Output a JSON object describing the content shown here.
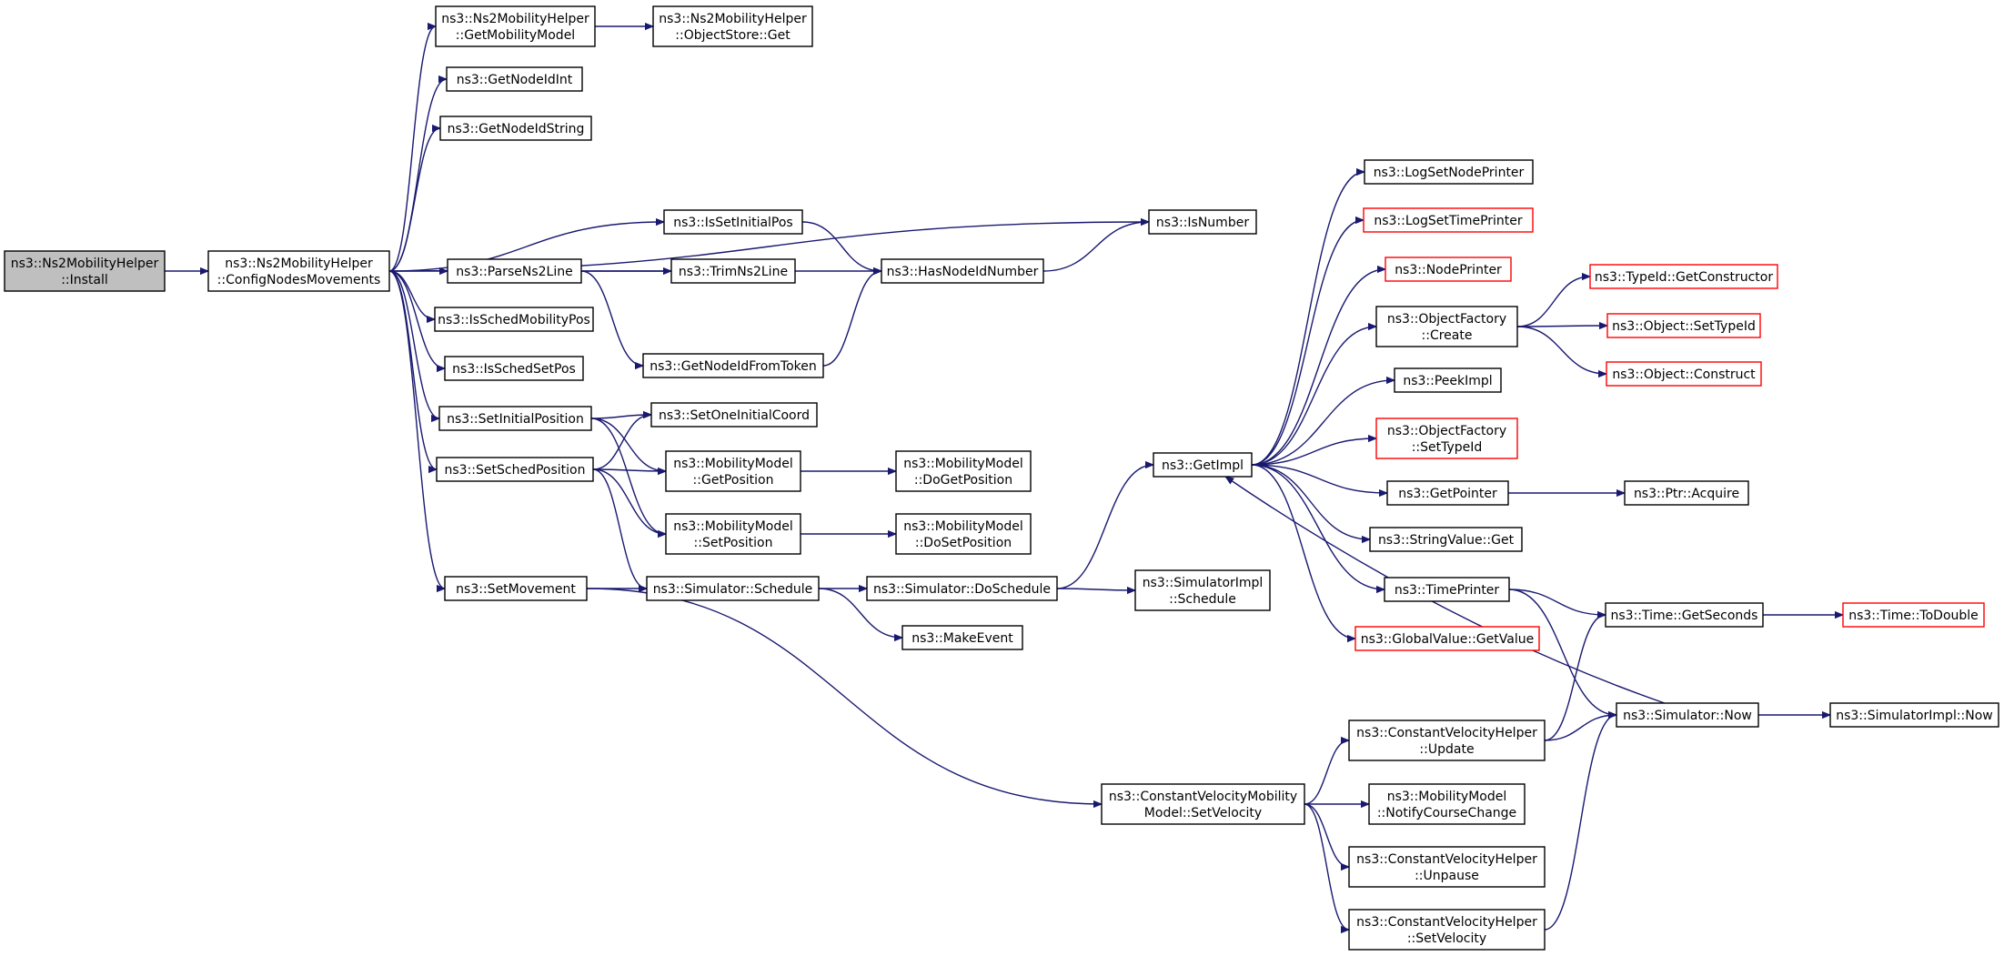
{
  "colors": {
    "edge": "#191970",
    "border": "#000000",
    "border_red": "#ff0000",
    "root_fill": "#bfbfbf"
  },
  "nodes": [
    {
      "id": "install",
      "lines": [
        "ns3::Ns2MobilityHelper",
        "::Install"
      ],
      "style": "root"
    },
    {
      "id": "config",
      "lines": [
        "ns3::Ns2MobilityHelper",
        "::ConfigNodesMovements"
      ]
    },
    {
      "id": "getmob",
      "lines": [
        "ns3::Ns2MobilityHelper",
        "::GetMobilityModel"
      ]
    },
    {
      "id": "objstore",
      "lines": [
        "ns3::Ns2MobilityHelper",
        "::ObjectStore::Get"
      ]
    },
    {
      "id": "getnodeidint",
      "lines": [
        "ns3::GetNodeIdInt"
      ]
    },
    {
      "id": "getnodeidstr",
      "lines": [
        "ns3::GetNodeIdString"
      ]
    },
    {
      "id": "isnumber",
      "lines": [
        "ns3::IsNumber"
      ]
    },
    {
      "id": "issetinitialpos",
      "lines": [
        "ns3::IsSetInitialPos"
      ]
    },
    {
      "id": "parsens2line",
      "lines": [
        "ns3::ParseNs2Line"
      ]
    },
    {
      "id": "trimns2line",
      "lines": [
        "ns3::TrimNs2Line"
      ]
    },
    {
      "id": "hasnodeidnumber",
      "lines": [
        "ns3::HasNodeIdNumber"
      ]
    },
    {
      "id": "isschedmobpos",
      "lines": [
        "ns3::IsSchedMobilityPos"
      ]
    },
    {
      "id": "isschedsetpos",
      "lines": [
        "ns3::IsSchedSetPos"
      ]
    },
    {
      "id": "getnodeidfromtoken",
      "lines": [
        "ns3::GetNodeIdFromToken"
      ]
    },
    {
      "id": "setinitialposition",
      "lines": [
        "ns3::SetInitialPosition"
      ]
    },
    {
      "id": "setoneinitialcoord",
      "lines": [
        "ns3::SetOneInitialCoord"
      ]
    },
    {
      "id": "setschedposition",
      "lines": [
        "ns3::SetSchedPosition"
      ]
    },
    {
      "id": "mm_getposition",
      "lines": [
        "ns3::MobilityModel",
        "::GetPosition"
      ]
    },
    {
      "id": "mm_dogetposition",
      "lines": [
        "ns3::MobilityModel",
        "::DoGetPosition"
      ]
    },
    {
      "id": "mm_setposition",
      "lines": [
        "ns3::MobilityModel",
        "::SetPosition"
      ]
    },
    {
      "id": "mm_dosetposition",
      "lines": [
        "ns3::MobilityModel",
        "::DoSetPosition"
      ]
    },
    {
      "id": "setmovement",
      "lines": [
        "ns3::SetMovement"
      ]
    },
    {
      "id": "sim_schedule",
      "lines": [
        "ns3::Simulator::Schedule"
      ]
    },
    {
      "id": "sim_doschedule",
      "lines": [
        "ns3::Simulator::DoSchedule"
      ]
    },
    {
      "id": "simimpl_schedule",
      "lines": [
        "ns3::SimulatorImpl",
        "::Schedule"
      ]
    },
    {
      "id": "makeevent",
      "lines": [
        "ns3::MakeEvent"
      ]
    },
    {
      "id": "getimpl",
      "lines": [
        "ns3::GetImpl"
      ]
    },
    {
      "id": "logsetnodeprinter",
      "lines": [
        "ns3::LogSetNodePrinter"
      ]
    },
    {
      "id": "logsettimeprinter",
      "lines": [
        "ns3::LogSetTimePrinter"
      ],
      "style": "red"
    },
    {
      "id": "nodeprinter",
      "lines": [
        "ns3::NodePrinter"
      ],
      "style": "red"
    },
    {
      "id": "objfactory_create",
      "lines": [
        "ns3::ObjectFactory",
        "::Create"
      ]
    },
    {
      "id": "typeid_getconstructor",
      "lines": [
        "ns3::TypeId::GetConstructor"
      ],
      "style": "red"
    },
    {
      "id": "object_settypeid",
      "lines": [
        "ns3::Object::SetTypeId"
      ],
      "style": "red"
    },
    {
      "id": "object_construct",
      "lines": [
        "ns3::Object::Construct"
      ],
      "style": "red"
    },
    {
      "id": "peekimpl",
      "lines": [
        "ns3::PeekImpl"
      ]
    },
    {
      "id": "objfactory_settypeid",
      "lines": [
        "ns3::ObjectFactory",
        "::SetTypeId"
      ],
      "style": "red"
    },
    {
      "id": "getpointer",
      "lines": [
        "ns3::GetPointer"
      ]
    },
    {
      "id": "ptr_acquire",
      "lines": [
        "ns3::Ptr::Acquire"
      ]
    },
    {
      "id": "stringvalue_get",
      "lines": [
        "ns3::StringValue::Get"
      ]
    },
    {
      "id": "timeprinter",
      "lines": [
        "ns3::TimePrinter"
      ]
    },
    {
      "id": "time_getseconds",
      "lines": [
        "ns3::Time::GetSeconds"
      ]
    },
    {
      "id": "time_todouble",
      "lines": [
        "ns3::Time::ToDouble"
      ],
      "style": "red"
    },
    {
      "id": "globalvalue_getvalue",
      "lines": [
        "ns3::GlobalValue::GetValue"
      ],
      "style": "red"
    },
    {
      "id": "sim_now",
      "lines": [
        "ns3::Simulator::Now"
      ]
    },
    {
      "id": "simimpl_now",
      "lines": [
        "ns3::SimulatorImpl::Now"
      ]
    },
    {
      "id": "cvh_update",
      "lines": [
        "ns3::ConstantVelocityHelper",
        "::Update"
      ]
    },
    {
      "id": "cvmm_setvelocity",
      "lines": [
        "ns3::ConstantVelocityMobility",
        "Model::SetVelocity"
      ]
    },
    {
      "id": "mm_notifycoursechange",
      "lines": [
        "ns3::MobilityModel",
        "::NotifyCourseChange"
      ]
    },
    {
      "id": "cvh_unpause",
      "lines": [
        "ns3::ConstantVelocityHelper",
        "::Unpause"
      ]
    },
    {
      "id": "cvh_setvelocity",
      "lines": [
        "ns3::ConstantVelocityHelper",
        "::SetVelocity"
      ]
    }
  ],
  "edges": [
    [
      "install",
      "config"
    ],
    [
      "config",
      "getmob"
    ],
    [
      "getmob",
      "objstore"
    ],
    [
      "config",
      "getnodeidint"
    ],
    [
      "config",
      "getnodeidstr"
    ],
    [
      "config",
      "isnumber"
    ],
    [
      "config",
      "issetinitialpos"
    ],
    [
      "issetinitialpos",
      "hasnodeidnumber"
    ],
    [
      "config",
      "parsens2line"
    ],
    [
      "parsens2line",
      "trimns2line"
    ],
    [
      "parsens2line",
      "hasnodeidnumber"
    ],
    [
      "parsens2line",
      "getnodeidfromtoken"
    ],
    [
      "hasnodeidnumber",
      "isnumber"
    ],
    [
      "getnodeidfromtoken",
      "hasnodeidnumber"
    ],
    [
      "config",
      "isschedmobpos"
    ],
    [
      "config",
      "isschedsetpos"
    ],
    [
      "config",
      "setinitialposition"
    ],
    [
      "setinitialposition",
      "setoneinitialcoord"
    ],
    [
      "setinitialposition",
      "mm_getposition"
    ],
    [
      "setinitialposition",
      "mm_setposition"
    ],
    [
      "config",
      "setschedposition"
    ],
    [
      "setschedposition",
      "setoneinitialcoord"
    ],
    [
      "setschedposition",
      "mm_getposition"
    ],
    [
      "setschedposition",
      "mm_setposition"
    ],
    [
      "setschedposition",
      "sim_schedule"
    ],
    [
      "mm_getposition",
      "mm_dogetposition"
    ],
    [
      "mm_setposition",
      "mm_dosetposition"
    ],
    [
      "config",
      "setmovement"
    ],
    [
      "setmovement",
      "sim_schedule"
    ],
    [
      "setmovement",
      "cvmm_setvelocity"
    ],
    [
      "sim_schedule",
      "sim_doschedule"
    ],
    [
      "sim_schedule",
      "makeevent"
    ],
    [
      "sim_doschedule",
      "simimpl_schedule"
    ],
    [
      "sim_doschedule",
      "getimpl"
    ],
    [
      "getimpl",
      "logsetnodeprinter"
    ],
    [
      "getimpl",
      "logsettimeprinter"
    ],
    [
      "getimpl",
      "nodeprinter"
    ],
    [
      "getimpl",
      "objfactory_create"
    ],
    [
      "getimpl",
      "peekimpl"
    ],
    [
      "getimpl",
      "objfactory_settypeid"
    ],
    [
      "getimpl",
      "getpointer"
    ],
    [
      "getimpl",
      "stringvalue_get"
    ],
    [
      "getimpl",
      "timeprinter"
    ],
    [
      "getimpl",
      "globalvalue_getvalue"
    ],
    [
      "objfactory_create",
      "typeid_getconstructor"
    ],
    [
      "objfactory_create",
      "object_settypeid"
    ],
    [
      "objfactory_create",
      "object_construct"
    ],
    [
      "getpointer",
      "ptr_acquire"
    ],
    [
      "timeprinter",
      "time_getseconds"
    ],
    [
      "timeprinter",
      "sim_now"
    ],
    [
      "time_getseconds",
      "time_todouble"
    ],
    [
      "sim_now",
      "getimpl"
    ],
    [
      "sim_now",
      "simimpl_now"
    ],
    [
      "cvmm_setvelocity",
      "cvh_update"
    ],
    [
      "cvmm_setvelocity",
      "mm_notifycoursechange"
    ],
    [
      "cvmm_setvelocity",
      "cvh_unpause"
    ],
    [
      "cvmm_setvelocity",
      "cvh_setvelocity"
    ],
    [
      "cvh_update",
      "time_getseconds"
    ],
    [
      "cvh_update",
      "sim_now"
    ],
    [
      "cvh_setvelocity",
      "sim_now"
    ]
  ]
}
